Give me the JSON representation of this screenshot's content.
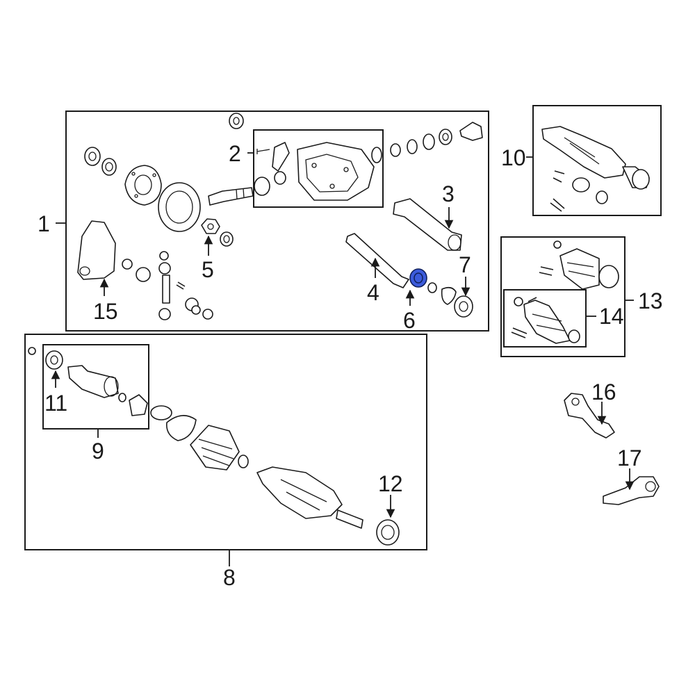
{
  "diagram": {
    "highlight_color": "#3b5bdb",
    "callouts": [
      {
        "id": "1",
        "text": "1"
      },
      {
        "id": "2",
        "text": "2"
      },
      {
        "id": "3",
        "text": "3"
      },
      {
        "id": "4",
        "text": "4"
      },
      {
        "id": "5",
        "text": "5"
      },
      {
        "id": "6",
        "text": "6",
        "highlighted": true
      },
      {
        "id": "7",
        "text": "7"
      },
      {
        "id": "8",
        "text": "8"
      },
      {
        "id": "9",
        "text": "9"
      },
      {
        "id": "10",
        "text": "10"
      },
      {
        "id": "11",
        "text": "11"
      },
      {
        "id": "12",
        "text": "12"
      },
      {
        "id": "13",
        "text": "13"
      },
      {
        "id": "14",
        "text": "14"
      },
      {
        "id": "15",
        "text": "15"
      },
      {
        "id": "16",
        "text": "16"
      },
      {
        "id": "17",
        "text": "17"
      }
    ]
  }
}
